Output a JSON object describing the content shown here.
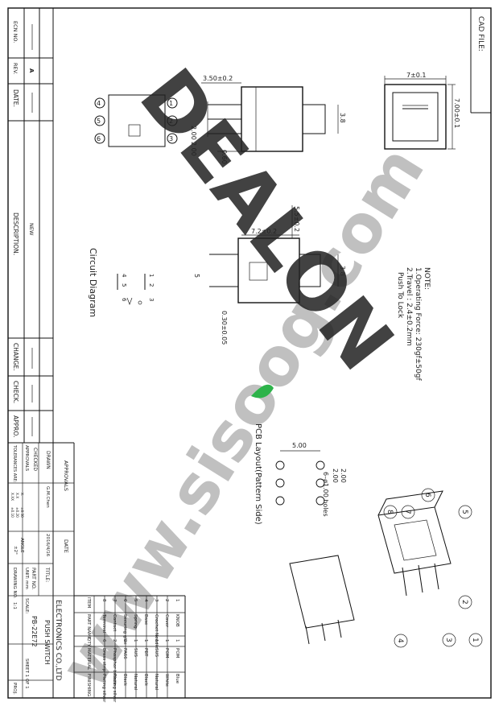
{
  "header": {
    "cad_label": "CAD FILE:"
  },
  "revision": {
    "ecn_no": "ECN NO.",
    "rev": "REV.",
    "date": "DATE.",
    "rev_value": "A",
    "description": "DESCRIPTION.",
    "new": "NEW",
    "change": "CHANGE.",
    "check": "CHECK.",
    "appro": "APPRO."
  },
  "dimensions": {
    "top_width": "7±0.1",
    "top_height": "7.00±0.1",
    "side_pitch": "3.50±0.2",
    "side_pin_spacing": "2.00",
    "side_pin_spacing_b": "2.00",
    "side_pin_thickness": "0.60",
    "side_h1": "3.8",
    "front_depth": "7.2±0.2",
    "front_knob": "5.5±0.2",
    "front_h": "3.8",
    "front_body": "5",
    "front_pin": "0.30±0.05",
    "pcb_pitch": "5.00",
    "pcb_pitch_b": "2.00",
    "pcb_pitch_c": "2.00",
    "pcb_holes": "6–ø1.00 holes"
  },
  "pin_numbers": [
    "1",
    "2",
    "3",
    "4",
    "5",
    "6"
  ],
  "notes": {
    "title": "NOTE:",
    "line1": "1.Operating Force: 230gf±50gf",
    "line2": "2.Travel : 2.4±0.2mm",
    "line3": "Push To Lock"
  },
  "circuit": {
    "title": "Circuit Diagram",
    "p1": "1",
    "p2": "2",
    "p3": "3",
    "p4": "4",
    "p5": "5",
    "p6": "6"
  },
  "pcb": {
    "title": "PCB Layout(Pattern Side)"
  },
  "callouts": [
    "1",
    "2",
    "3",
    "4",
    "5",
    "6",
    "7",
    "8"
  ],
  "bom": {
    "headers": {
      "item": "ITEM",
      "part_name": "PART NAME",
      "qty": "QTY.",
      "material": "MATERIAL",
      "finishing": "FINISHING"
    },
    "rows": [
      {
        "item": "8",
        "name": "Terminal",
        "qty": "6",
        "material": "Brass strip",
        "finish": "Plating silver"
      },
      {
        "item": "7",
        "name": "Contact",
        "qty": "2",
        "material": "Phosphor bronze",
        "finish": "Plating silver"
      },
      {
        "item": "6",
        "name": "Securing glue",
        "qty": "2",
        "material": "PA66",
        "finish": "Black"
      },
      {
        "item": "5",
        "name": "Spring",
        "qty": "1",
        "material": "SUS",
        "finish": "Natural"
      },
      {
        "item": "4",
        "name": "Base",
        "qty": "1",
        "material": "PBT",
        "finish": "Black"
      },
      {
        "item": "3",
        "name": "Crochet Needle",
        "qty": "1",
        "material": "SUS",
        "finish": "Natural"
      },
      {
        "item": "2",
        "name": "Cover",
        "qty": "1",
        "material": "POM",
        "finish": "White"
      },
      {
        "item": "1",
        "name": "KNOB",
        "qty": "1",
        "material": "POM",
        "finish": "Blue"
      }
    ]
  },
  "titleblock": {
    "approvals": "APPROVALS",
    "date_h": "DATE",
    "drawn": "DRAWN",
    "drawn_by": "G.M.Chen",
    "drawn_date": "2016/4/16",
    "checked": "CHECKED",
    "approvals2": "APPROVALS",
    "tolerances": "TOLERANCES ARE:",
    "tol_a": "X.",
    "tol_a_v": "±0.30",
    "tol_b": "X.X",
    "tol_b_v": "±0.20",
    "tol_c": "X.XX",
    "tol_c_v": "±0.10",
    "angle": "ANGLE",
    "angle_v": "±2°",
    "company1": "ELECTRONICS CO.,LTD",
    "title_h": "TITLE:",
    "title": "PUSH SWITCH",
    "part_h": "PART NO.",
    "part": "PB-22E72",
    "unit": "UNIT: mm",
    "scale_h": "SCALE:",
    "scale": "1:1",
    "sheet": "SHEET  1 OF 1",
    "drawing_no": "DRAWING NO.",
    "proj": "PROJ."
  },
  "watermark": {
    "text": "DEALON",
    "url": "www.sisoog.com",
    "color": "#f05a3c",
    "teal": "#15c8d8",
    "green": "#2db34a"
  }
}
